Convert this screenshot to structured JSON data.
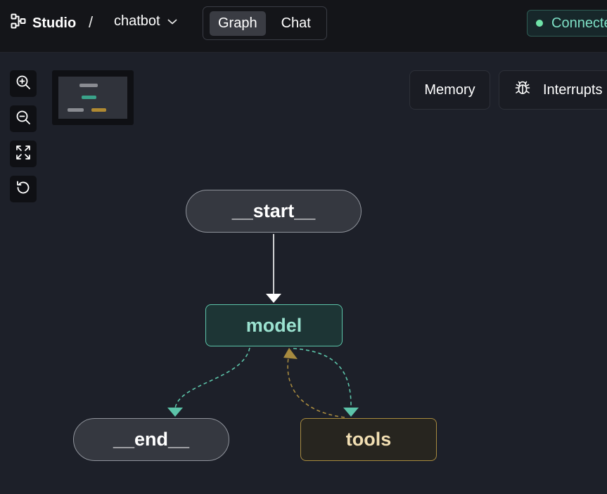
{
  "header": {
    "brand": "Studio",
    "separator": "/",
    "project": "chatbot",
    "tabs": [
      {
        "label": "Graph",
        "active": true
      },
      {
        "label": "Chat",
        "active": false
      }
    ],
    "status": {
      "label": "Connected",
      "color": "#6fe3a8"
    }
  },
  "toolbar": {
    "memory_label": "Memory",
    "interrupts_label": "Interrupts"
  },
  "controls": [
    {
      "name": "zoom-in",
      "icon": "zoom-in-icon"
    },
    {
      "name": "zoom-out",
      "icon": "zoom-out-icon"
    },
    {
      "name": "fit-view",
      "icon": "expand-icon"
    },
    {
      "name": "reset",
      "icon": "undo-icon"
    }
  ],
  "graph": {
    "nodes": {
      "start": "__start__",
      "model": "model",
      "end": "__end__",
      "tools": "tools"
    },
    "colors": {
      "model": "#5cc4a9",
      "tools": "#a78a3f",
      "edge": "#ffffff"
    }
  }
}
